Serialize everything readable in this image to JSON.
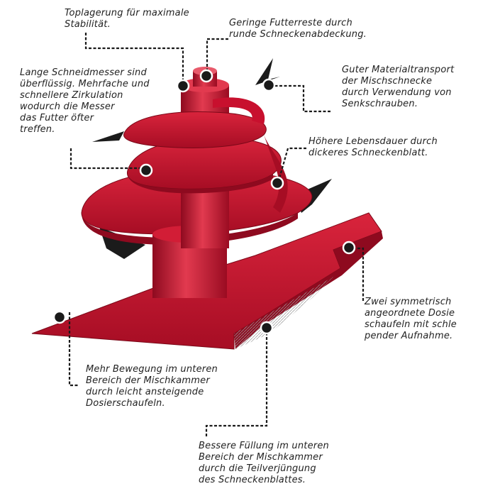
{
  "colors": {
    "auger_red": "#c8102e",
    "auger_dark": "#8e0a1f",
    "auger_light": "#e23a4f",
    "blade_black": "#1b1b1b",
    "leader": "#1a1a1a"
  },
  "callouts": {
    "top_bearing": "Toplagerung für maximale\nStabilität.",
    "residue": "Geringe Futterreste durch\nrunde Schneckenabdeckung.",
    "knives": "Lange Schneidmesser sind\nüberflüssig. Mehrfache und\nschnellere Zirkulation\nwodurch die Messer\ndas Futter öfter\ntreffen.",
    "transport": "Guter Materialtransport\nder Mischschnecke\ndurch Verwendung von\nSenkschrauben.",
    "lifetime": "Höhere Lebensdauer durch\ndickeres Schneckenblatt.",
    "dosing": "Zwei symmetrisch\nangeordnete Dosie\nschaufeln mit schle\npender Aufnahme.",
    "movement": "Mehr Bewegung im unteren\nBereich der Mischkammer\ndurch leicht ansteigende\nDosierschaufeln.",
    "filling": "Bessere Füllung im unteren\nBereich der Mischkammer\ndurch die Teilverjüngung\ndes Schneckenblattes."
  }
}
